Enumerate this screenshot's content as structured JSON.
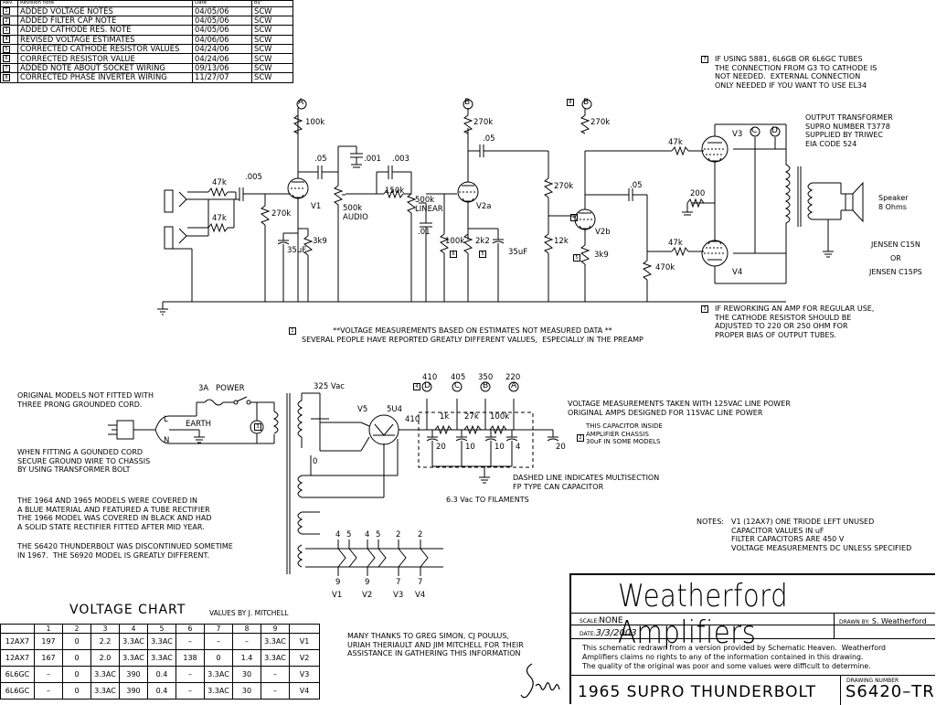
{
  "revision_table": {
    "headers": {
      "rev": "Rev.",
      "note": "Revision note",
      "date": "Date",
      "by": "By"
    },
    "rows": [
      {
        "rev": "1",
        "note": "ADDED VOLTAGE NOTES",
        "date": "04/05/06",
        "by": "SCW"
      },
      {
        "rev": "2",
        "note": "ADDED FILTER CAP NOTE",
        "date": "04/05/06",
        "by": "SCW"
      },
      {
        "rev": "3",
        "note": "ADDED CATHODE RES. NOTE",
        "date": "04/05/06",
        "by": "SCW"
      },
      {
        "rev": "4",
        "note": "REVISED VOLTAGE ESTIMATES",
        "date": "04/06/06",
        "by": "SCW"
      },
      {
        "rev": "5",
        "note": "CORRECTED CATHODE RESISTOR VALUES",
        "date": "04/24/06",
        "by": "SCW"
      },
      {
        "rev": "6",
        "note": "CORRECTED RESISTOR VALUE",
        "date": "04/24/06",
        "by": "SCW"
      },
      {
        "rev": "7",
        "note": "ADDED NOTE ABOUT SOCKET WIRING",
        "date": "09/13/06",
        "by": "SCW"
      },
      {
        "rev": "8",
        "note": "CORRECTED PHASE INVERTER WIRING",
        "date": "11/27/07",
        "by": "SCW"
      }
    ]
  },
  "notes": {
    "tube_note_num": "7",
    "tube_note": "IF USING 5881, 6L6GB OR 6L6GC TUBES\nTHE CONNECTION FROM G3 TO CATHODE IS\nNOT NEEDED.  EXTERNAL CONNECTION\nONLY NEEDED IF YOU WANT TO USE EL34",
    "output_transformer": "OUTPUT TRANSFORMER\nSUPRO NUMBER T3778\nSUPPLIED BY TRIWEC\nEIA CODE 524",
    "speaker": "Speaker\n8 Ohms",
    "jensen1": "JENSEN C15N",
    "or": "OR",
    "jensen2": "JENSEN C15PS",
    "rework_num": "3",
    "rework": "IF REWORKING AN AMP FOR REGULAR USE,\nTHE CATHODE RESISTOR SHOULD BE\nADJUSTED TO 220 OR 250 OHM FOR\nPROPER BIAS OF OUTPUT TUBES.",
    "voltage_est_num": "1",
    "voltage_est": "**VOLTAGE MEASUREMENTS BASED ON ESTIMATES NOT MEASURED DATA **\nSEVERAL PEOPLE HAVE REPORTED GREATLY DIFFERENT VALUES,  ESPECIALLY IN THE PREAMP",
    "original_models": "ORIGINAL MODELS NOT FITTED WITH\nTHREE PRONG GROUNDED CORD.",
    "grounded_cord": "WHEN FITTING A GOUNDED CORD\nSECURE GROUND WIRE TO CHASSIS\nBY USING TRANSFORMER BOLT",
    "models_history": "THE 1964 AND 1965 MODELS WERE COVERED IN\nA BLUE MATERIAL AND FEATURED A TUBE RECTIFIER\nTHE 1966 MODEL WAS COVERED IN BLACK AND HAD\nA SOLID STATE RECTIFIER FITTED AFTER MID YEAR.",
    "discontinued": "THE S6420 THUNDERBOLT WAS DISCONTINUED SOMETIME\nIN 1967.  THE S6920 MODEL IS GREATLY DIFFERENT.",
    "voltage_meas": "VOLTAGE MEASUREMENTS TAKEN WITH 125VAC LINE POWER\nORIGINAL AMPS DESIGNED FOR 115VAC LINE POWER",
    "cap_inside_num": "2",
    "cap_inside": "THIS CAPACITOR INSIDE\nAMPLIFIER CHASSIS\n30uF IN SOME MODELS",
    "dashed_line": "DASHED LINE INDICATES MULTISECTION\nFP TYPE CAN CAPACITOR",
    "filaments": "6.3 Vac TO FILAMENTS",
    "notes_label": "NOTES:",
    "notes_body": "V1 (12AX7) ONE TRIODE LEFT UNUSED\nCAPACITOR VALUES IN uF\nFILTER CAPACITORS ARE 450 V\nVOLTAGE MEASUREMENTS DC UNLESS SPECIFIED",
    "thanks": "MANY THANKS TO GREG SIMON, CJ POULUS,\nURIAH THERIAULT AND JIM MITCHELL FOR THEIR\nASSISTANCE IN GATHERING THIS INFORMATION"
  },
  "schematic_labels": {
    "r100k_1": "100k",
    "r270k_1": "270k",
    "r270k_2": "270k",
    "c05_1": ".05",
    "c001": ".001",
    "c003": ".003",
    "c05_2": ".05",
    "c005": ".005",
    "r47k_1": "47k",
    "r47k_2": "47k",
    "r270k_grid": "270k",
    "v1": "V1",
    "r3k9_1": "3k9",
    "c35uf_1": "35uF",
    "pot500k_audio": "500k\nAUDIO",
    "r150k": "150k",
    "pot500k_linear": "500k\nLINEAR",
    "c01": ".01",
    "v2a": "V2a",
    "r100k_2": "100k",
    "r2k2": "2k2",
    "c35uf_2": "35uF",
    "r270k_3": "270k",
    "r12k": "12k",
    "v2b": "V2b",
    "r3k9_2": "3k9",
    "c05_3": ".05",
    "r470k": "470k",
    "r47k_3": "47k",
    "r47k_4": "47k",
    "r200": "200",
    "v3": "V3",
    "v4": "V4",
    "node_a": "A",
    "node_b": "B",
    "node_c": "C",
    "node_d": "D",
    "fuse": "3A",
    "power": "POWER",
    "earth": "EARTH",
    "line_l": "L",
    "line_n": "N",
    "v325": "325 Vac",
    "v5": "V5",
    "tube_5u4": "5U4",
    "v410": "410",
    "ht_zero": "0",
    "v410_top": "410",
    "v405": "405",
    "v350": "350",
    "v220": "220",
    "r1k": "1k",
    "r27k": "27k",
    "r100k_ps": "100k",
    "c20_1": "20",
    "c10_1": "10",
    "c10_2": "10",
    "c4": "4",
    "c20_2": "20",
    "rev_tag_4": "4",
    "rev_tag_5": "5",
    "rev_tag_6": "6",
    "rev_tag_8": "8",
    "rev_tag_3": "3"
  },
  "socket_wiring": {
    "pins_top": [
      "4",
      "5",
      "4",
      "5",
      "2",
      "2"
    ],
    "pins_bottom": [
      "9",
      "9",
      "7",
      "7"
    ],
    "tubes": [
      "V1",
      "V2",
      "V3",
      "V4"
    ]
  },
  "voltage_chart": {
    "title": "VOLTAGE CHART",
    "subtitle": "VALUES BY J. MITCHELL",
    "pins": [
      "1",
      "2",
      "3",
      "4",
      "5",
      "6",
      "7",
      "8",
      "9"
    ],
    "rows": [
      {
        "tube": "12AX7",
        "vals": [
          "197",
          "0",
          "2.2",
          "3.3AC",
          "3.3AC",
          "–",
          "–",
          "–",
          "3.3AC"
        ],
        "pos": "V1"
      },
      {
        "tube": "12AX7",
        "vals": [
          "167",
          "0",
          "2.0",
          "3.3AC",
          "3.3AC",
          "138",
          "0",
          "1.4",
          "3.3AC"
        ],
        "pos": "V2"
      },
      {
        "tube": "6L6GC",
        "vals": [
          "–",
          "0",
          "3.3AC",
          "390",
          "0.4",
          "–",
          "3.3AC",
          "30",
          "–"
        ],
        "pos": "V3"
      },
      {
        "tube": "6L6GC",
        "vals": [
          "–",
          "0",
          "3.3AC",
          "390",
          "0.4",
          "–",
          "3.3AC",
          "30",
          "–"
        ],
        "pos": "V4"
      }
    ]
  },
  "title_block": {
    "company": "Weatherford Amplifiers",
    "scale_label": "SCALE:",
    "scale": "NONE",
    "date_label": "DATE:",
    "date": "3/3/2003",
    "drawn_by_label": "DRAWN BY:",
    "drawn_by": "S. Weatherford",
    "disclaimer": "This schematic redrawn from a version provided by Schematic Heaven.  Weatherford\nAmplifiers claims no rights to any of the information contained in this drawing.\nThe quality of the original was poor and some values were difficult to determine.",
    "title": "1965 SUPRO THUNDERBOLT",
    "drawing_number_label": "DRAWING NUMBER",
    "drawing_number": "S6420–TR"
  }
}
